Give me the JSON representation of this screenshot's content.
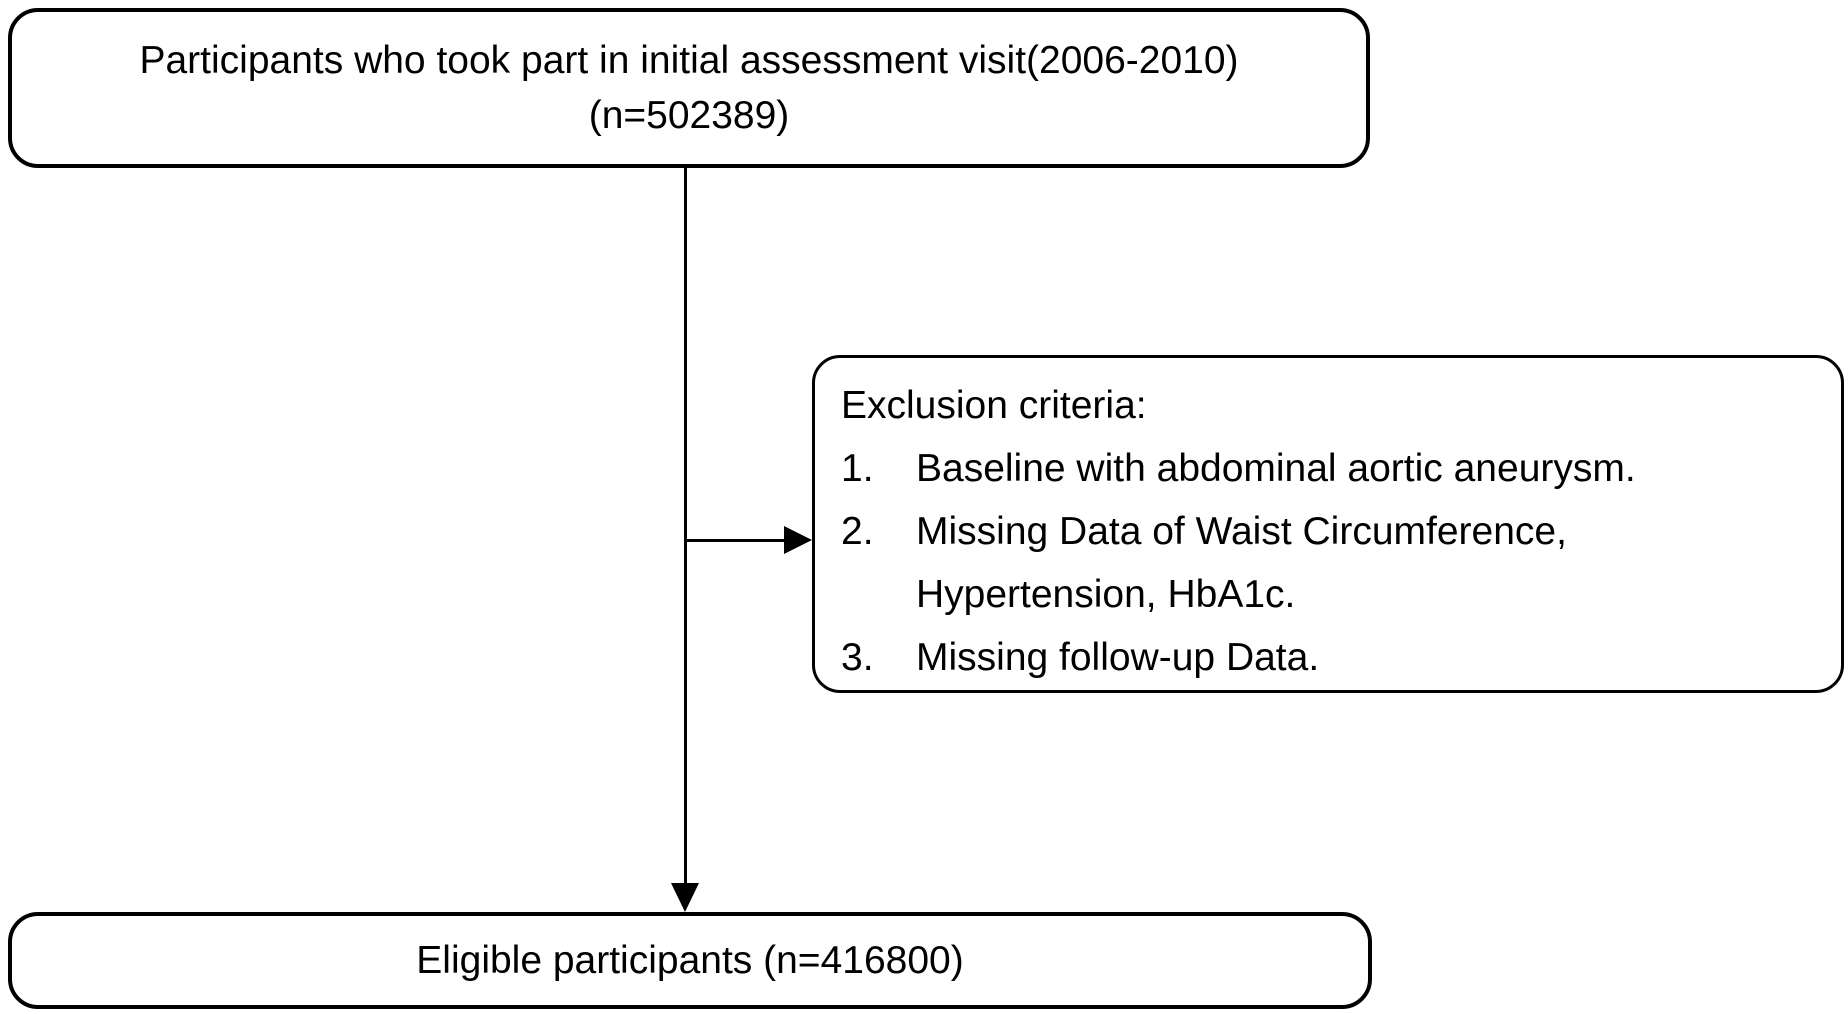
{
  "diagram": {
    "type": "flowchart",
    "colors": {
      "background": "#ffffff",
      "border": "#000000",
      "text": "#000000"
    },
    "top_box": {
      "line1": "Participants who took part in initial assessment visit(2006-2010)",
      "line2": "(n=502389)"
    },
    "exclusion_box": {
      "title": "Exclusion criteria:",
      "items": [
        {
          "num": "1.",
          "text": "Baseline with abdominal aortic aneurysm."
        },
        {
          "num": "2.",
          "text": "Missing Data of Waist Circumference, Hypertension, HbA1c."
        },
        {
          "num": "3.",
          "text": "Missing follow-up Data."
        }
      ]
    },
    "bottom_box": {
      "label": "Eligible participants (n=416800)"
    }
  }
}
